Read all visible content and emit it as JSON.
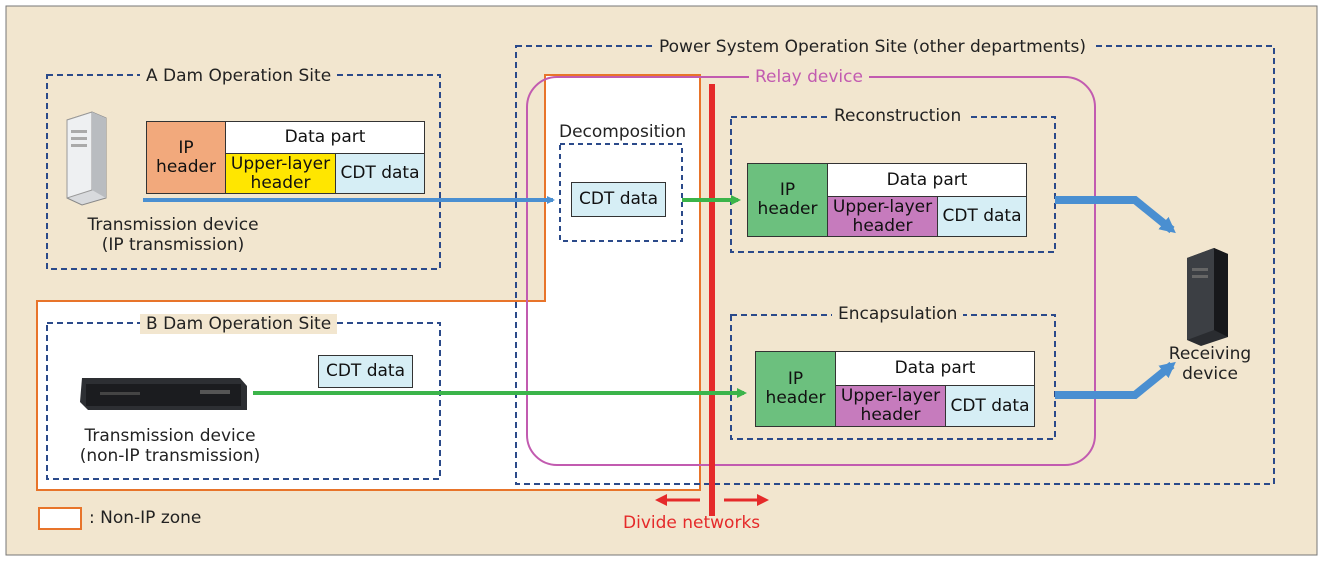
{
  "sites": {
    "a_dam": "A Dam Operation Site",
    "b_dam": "B Dam Operation Site",
    "power_system": "Power System Operation Site (other departments)"
  },
  "relay_device": "Relay device",
  "decomposition": "Decomposition",
  "reconstruction": "Reconstruction",
  "encapsulation": "Encapsulation",
  "packet": {
    "ip_header": "IP header",
    "data_part": "Data part",
    "upper_layer_header": "Upper-layer header",
    "cdt_data": "CDT data"
  },
  "devices": {
    "tx_ip": "Transmission device",
    "tx_ip_sub": "(IP  transmission)",
    "tx_nonip": "Transmission device",
    "tx_nonip_sub": "(non-IP transmission)",
    "receiving": "Receiving device"
  },
  "legend": {
    "non_ip_zone": ": Non-IP zone"
  },
  "divide_networks": "Divide networks",
  "colors": {
    "background": "#f2e6cf",
    "dashed_border": "#2b4a8a",
    "non_ip_zone": "#e8742a",
    "relay": "#c25bb0",
    "divider": "#e52a2a",
    "ip_header_a": "#f2a97c",
    "upper_layer_a": "#ffe600",
    "cdt_bg": "#d6eef5",
    "ip_header_relay": "#6cc07e",
    "upper_layer_relay": "#c67bbd",
    "arrow_blue": "#4a8fd1",
    "arrow_green": "#3bb44a"
  }
}
